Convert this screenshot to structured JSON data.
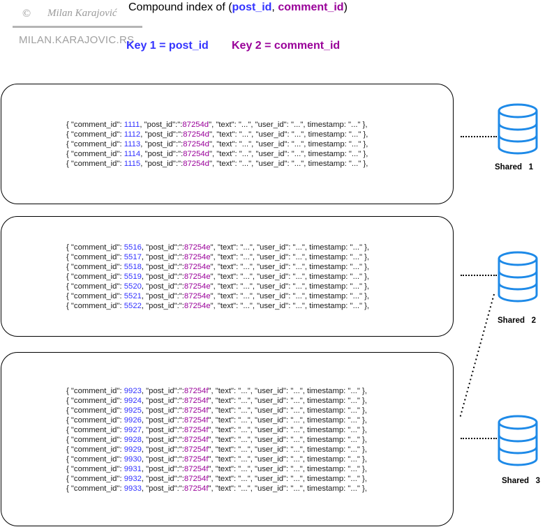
{
  "watermark": {
    "copyright_symbol": "©",
    "author": "Milan Karajović",
    "site": "MILAN.KARAJOVIC.RS"
  },
  "title": {
    "prefix": "Compound index of (",
    "key1": "post_id",
    "separator": ", ",
    "key2": "comment_id",
    "suffix": ")"
  },
  "legend": {
    "key1_label": "Key 1 = post_id",
    "key2_label": "Key 2 = comment_id"
  },
  "colors": {
    "key1": "#3333ff",
    "key2": "#990099",
    "database": "#1e8ae8"
  },
  "doc_template": {
    "open": "{ \"comment_id\": ",
    "post_key": ", \"post_id\":\":",
    "tail": "\", \"text\": \"...\", \"user_id\": \"...\", timestamp: \"...\" },"
  },
  "shards": [
    {
      "label": "Shared   1",
      "post_id": "87254d",
      "comment_ids": [
        "1111",
        "1112",
        "1113",
        "1114",
        "1115"
      ]
    },
    {
      "label": "Shared   2",
      "post_id": "87254e",
      "comment_ids": [
        "5516",
        "5517",
        "5518",
        "5519",
        "5520",
        "5521",
        "5522"
      ]
    },
    {
      "label": "Shared   3",
      "post_id": "87254f",
      "comment_ids": [
        "9923",
        "9924",
        "9925",
        "9926",
        "9927",
        "9928",
        "9929",
        "9930",
        "9931",
        "9932",
        "9933"
      ]
    }
  ]
}
